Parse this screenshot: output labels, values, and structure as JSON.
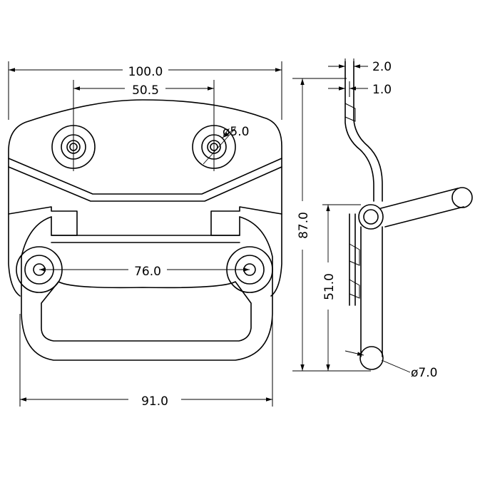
{
  "dimensions": {
    "total_width": "100.0",
    "hole_spacing_top": "50.5",
    "hole_diameter": "ø5.0",
    "hole_spacing_lower": "76.0",
    "handle_width": "91.0",
    "total_height": "87.0",
    "handle_height": "51.0",
    "handle_rod_diameter": "ø7.0",
    "plate_thickness_outer": "2.0",
    "plate_thickness_inner": "1.0"
  }
}
